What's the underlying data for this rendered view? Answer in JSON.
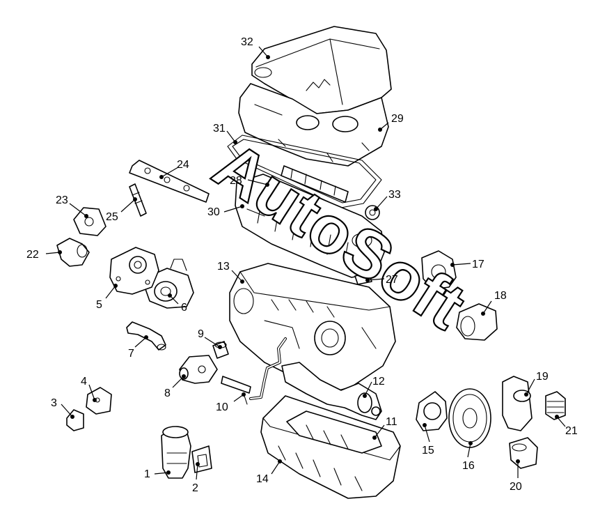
{
  "watermark": {
    "text": "AutoSoft"
  },
  "callouts": [
    "1",
    "2",
    "3",
    "4",
    "5",
    "6",
    "7",
    "8",
    "9",
    "10",
    "11",
    "12",
    "13",
    "14",
    "15",
    "16",
    "17",
    "18",
    "19",
    "20",
    "21",
    "22",
    "23",
    "24",
    "25",
    "27",
    "28",
    "29",
    "30",
    "31",
    "32",
    "33"
  ]
}
